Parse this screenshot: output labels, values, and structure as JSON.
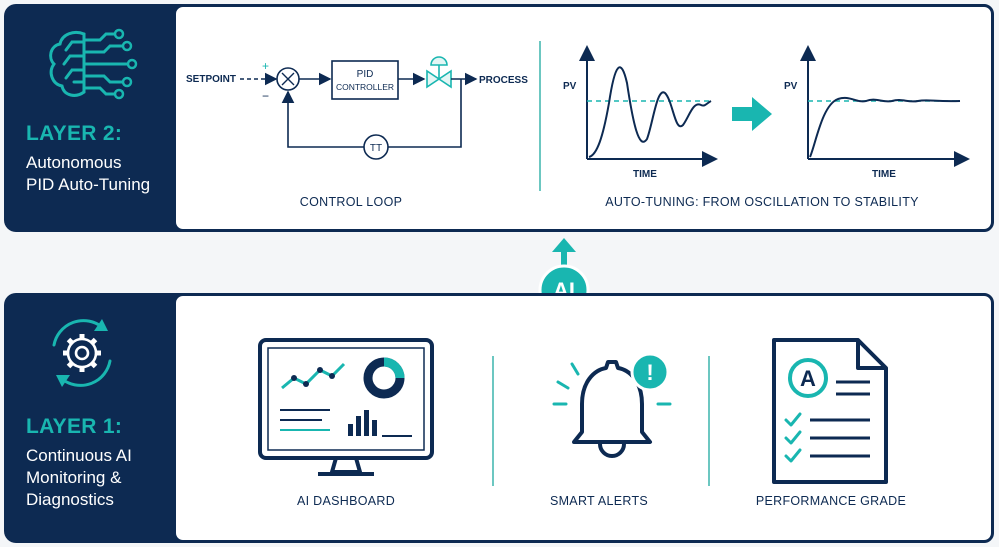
{
  "layer2": {
    "title": "LAYER 2:",
    "desc": [
      "Autonomous",
      "PID Auto-Tuning"
    ],
    "control_loop": {
      "setpoint": "SETPOINT",
      "plus": "+",
      "minus": "−",
      "pid": "PID",
      "controller": "CONTROLLER",
      "process": "PROCESS",
      "tt": "TT",
      "caption": "CONTROL LOOP"
    },
    "auto_tuning": {
      "y_label": "PV",
      "x_label": "TIME",
      "caption": "AUTO-TUNING: FROM OSCILLATION TO STABILITY"
    }
  },
  "ai_badge": "AI",
  "layer1": {
    "title": "LAYER 1:",
    "desc": [
      "Continuous AI",
      "Monitoring &",
      "Diagnostics"
    ],
    "features": [
      {
        "label": "AI DASHBOARD"
      },
      {
        "label": "SMART ALERTS",
        "badge": "!"
      },
      {
        "label": "PERFORMANCE GRADE",
        "grade": "A"
      }
    ]
  },
  "colors": {
    "navy": "#0d2a52",
    "teal": "#19b6b0"
  }
}
